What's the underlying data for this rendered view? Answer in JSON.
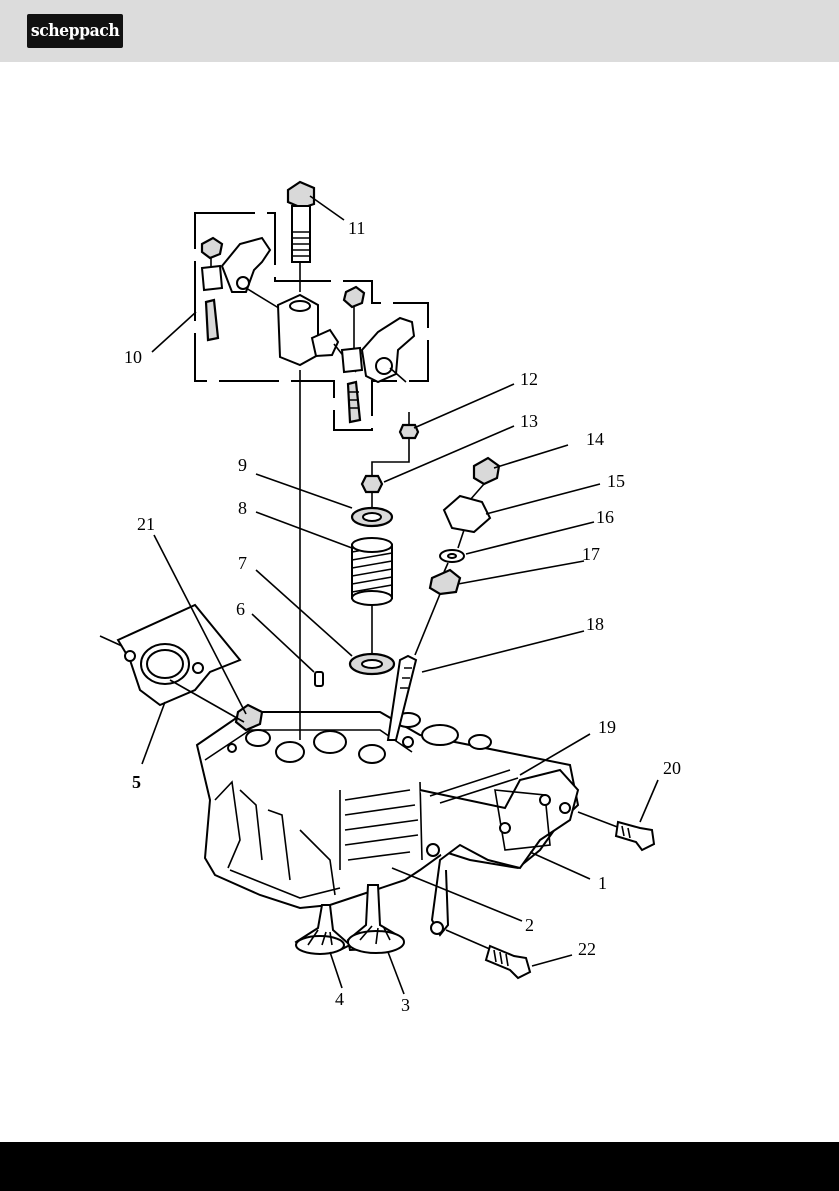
{
  "header": {
    "brand": "scheppach"
  },
  "diagram": {
    "callouts": [
      "1",
      "2",
      "3",
      "4",
      "5",
      "6",
      "7",
      "8",
      "9",
      "10",
      "11",
      "12",
      "13",
      "14",
      "15",
      "16",
      "17",
      "18",
      "19",
      "20",
      "21",
      "22"
    ]
  },
  "colors": {
    "header_bg": "#dcdcdc",
    "footer_bg": "#000000",
    "logo_bg": "#111111"
  }
}
